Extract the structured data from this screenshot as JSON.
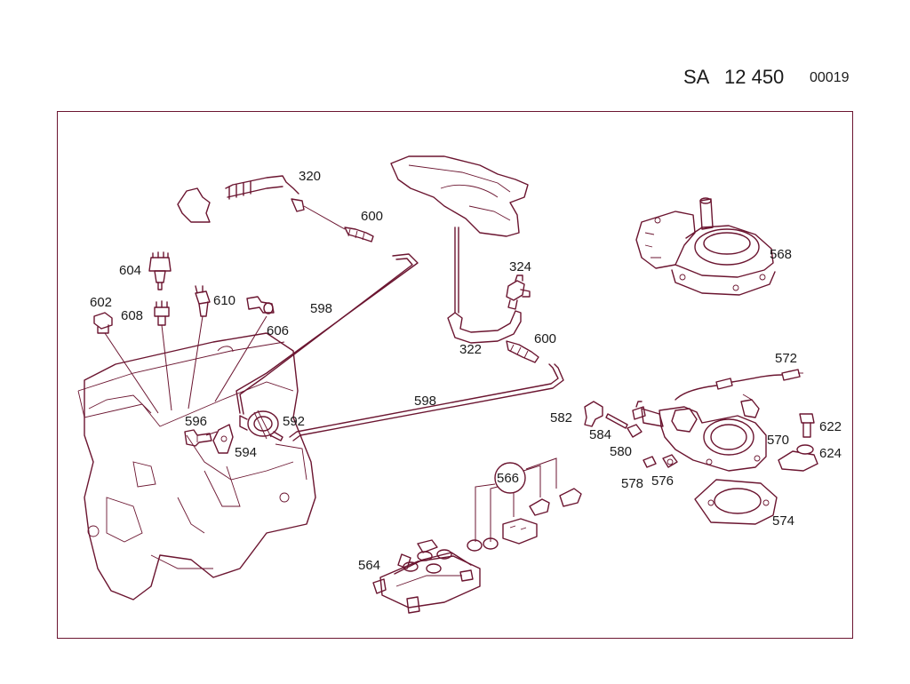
{
  "header": {
    "prefix": "SA",
    "number": "12 450",
    "code": "00019"
  },
  "labels": {
    "p320": "320",
    "p600a": "600",
    "p604": "604",
    "p602": "602",
    "p608": "608",
    "p610": "610",
    "p598a": "598",
    "p606": "606",
    "p324": "324",
    "p568": "568",
    "p600b": "600",
    "p322": "322",
    "p572": "572",
    "p598b": "598",
    "p582": "582",
    "p596": "596",
    "p592": "592",
    "p584": "584",
    "p594": "594",
    "p622": "622",
    "p570": "570",
    "p580": "580",
    "p624": "624",
    "p566": "566",
    "p578": "578",
    "p576": "576",
    "p574": "574",
    "p564": "564"
  },
  "colors": {
    "ink": "#6b1530",
    "frame": "#6b1530",
    "text": "#1a1a1a"
  }
}
